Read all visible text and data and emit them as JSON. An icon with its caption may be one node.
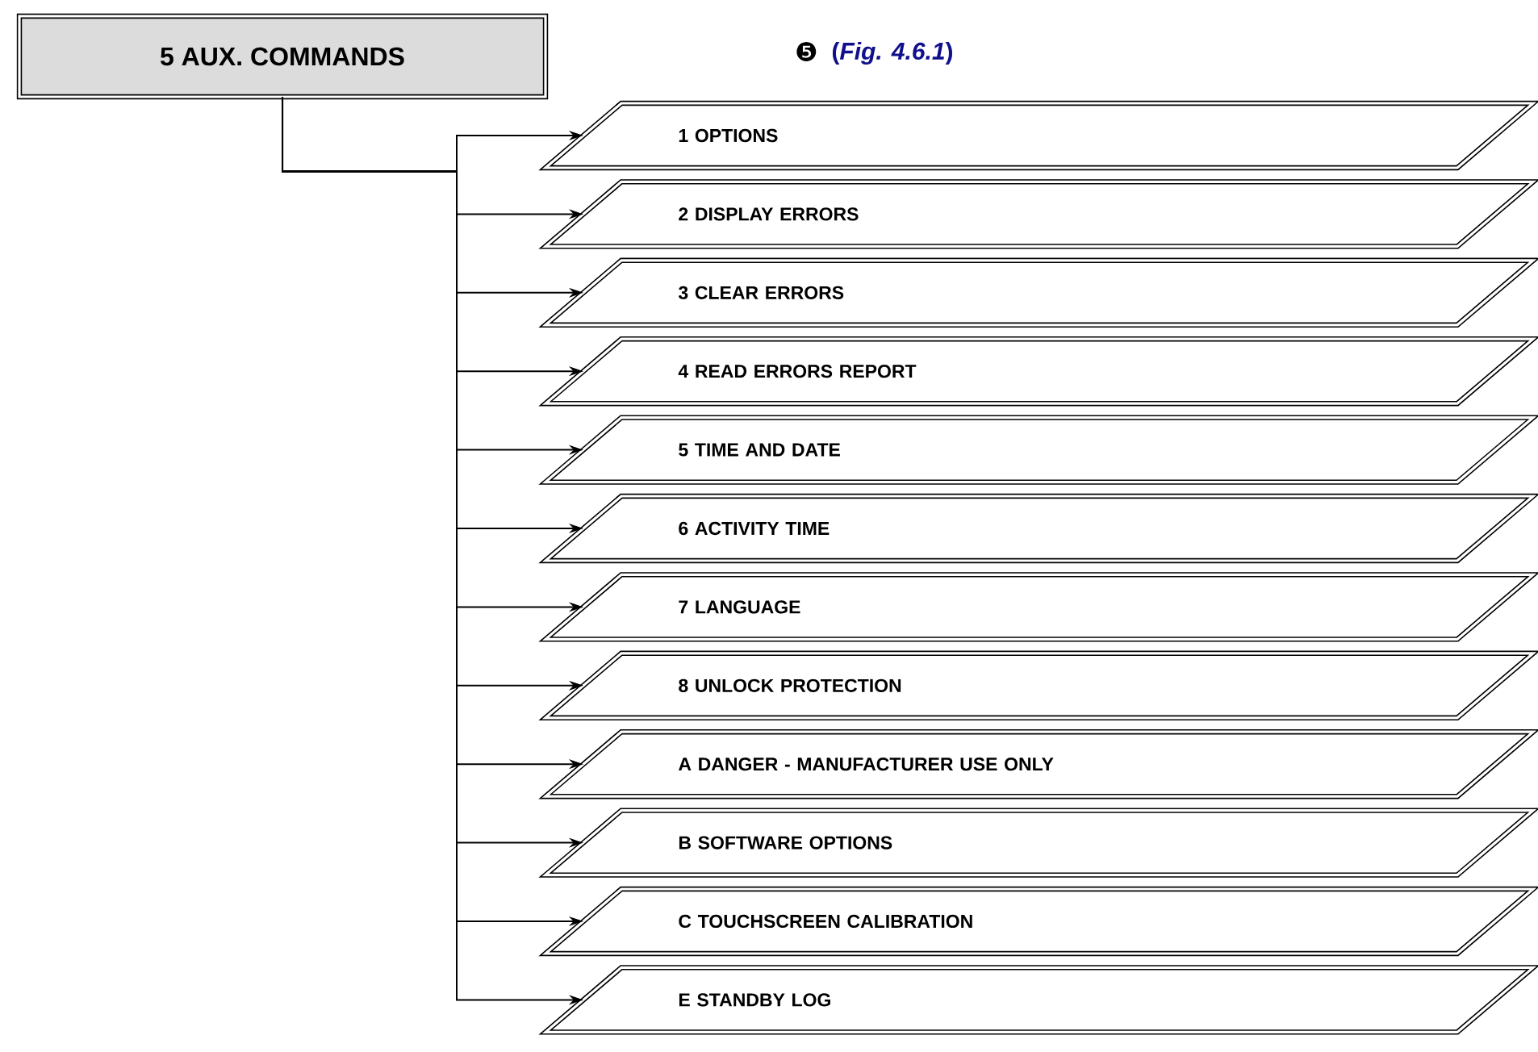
{
  "diagram": {
    "nodes": [
      {
        "text": [
          "5 AUX. COMMANDS"
        ]
      },
      {
        "text": [
          "1 OPTIONS"
        ]
      },
      {
        "text": [
          "2 DISPLAY ERRORS"
        ]
      },
      {
        "text": [
          "3 CLEAR ERRORS"
        ]
      },
      {
        "text": [
          "4 READ ERRORS REPORT"
        ]
      },
      {
        "text": [
          "5 TIME AND DATE"
        ]
      },
      {
        "text": [
          "6 ACTIVITY TIME"
        ]
      },
      {
        "text": [
          "7 LANGUAGE"
        ]
      },
      {
        "text": [
          "8 UNLOCK PROTECTION"
        ]
      },
      {
        "text": [
          "A DANGER - MANUFACTURER USE ONLY"
        ]
      },
      {
        "text": [
          "B SOFTWARE OPTIONS"
        ]
      },
      {
        "text": [
          "C TOUCHSCREEN CALIBRATION"
        ]
      },
      {
        "text": [
          "E STANDBY LOG"
        ]
      }
    ],
    "edges": [
      {
        "from": 0,
        "to": 1,
        "arrow": "to"
      },
      {
        "from": 0,
        "to": 2,
        "arrow": "to"
      },
      {
        "from": 0,
        "to": 3,
        "arrow": "to"
      },
      {
        "from": 0,
        "to": 4,
        "arrow": "to"
      },
      {
        "from": 0,
        "to": 5,
        "arrow": "to"
      },
      {
        "from": 0,
        "to": 6,
        "arrow": "to"
      },
      {
        "from": 0,
        "to": 7,
        "arrow": "to"
      },
      {
        "from": 0,
        "to": 8,
        "arrow": "to"
      },
      {
        "from": 0,
        "to": 9,
        "arrow": "to"
      },
      {
        "from": 0,
        "to": 10,
        "arrow": "to"
      },
      {
        "from": 0,
        "to": 11,
        "arrow": "to"
      },
      {
        "from": 0,
        "to": 12,
        "arrow": "to"
      }
    ],
    "labels": [
      "❺",
      "(*Fig. 4.6.1*)"
    ]
  }
}
